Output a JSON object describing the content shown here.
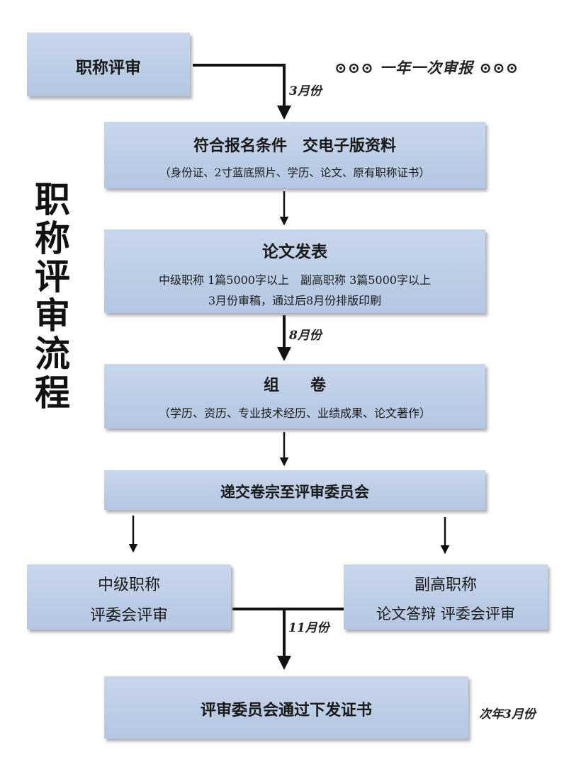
{
  "title": "职称评审流程",
  "note_top": "⊙⊙⊙ 一年一次审报 ⊙⊙⊙",
  "boxes": {
    "start": {
      "text": "职称评审"
    },
    "apply": {
      "title": "符合报名条件　交电子版资料",
      "sub": "（身份证、2寸蓝底照片、学历、论文、原有职称证书）"
    },
    "paper": {
      "title": "论文发表",
      "line1": "中级职称  1篇5000字以上　副高职称  3篇5000字以上",
      "line2": "3月份审稿，通过后8月份排版印刷"
    },
    "assemble": {
      "title": "组　　卷",
      "sub": "（学历、资历、专业技术经历、业绩成果、论文著作）"
    },
    "submit": {
      "text": "递交卷宗至评审委员会"
    },
    "mid": {
      "line1": "中级职称",
      "line2": "评委会评审"
    },
    "senior": {
      "line1": "副高职称",
      "line2": "论文答辩  评委会评审"
    },
    "final": {
      "text": "评审委员会通过下发证书"
    }
  },
  "arrow_labels": {
    "a1": "3月份",
    "a3": "8月份",
    "a7": "11月份",
    "final_note": "次年3月份"
  }
}
